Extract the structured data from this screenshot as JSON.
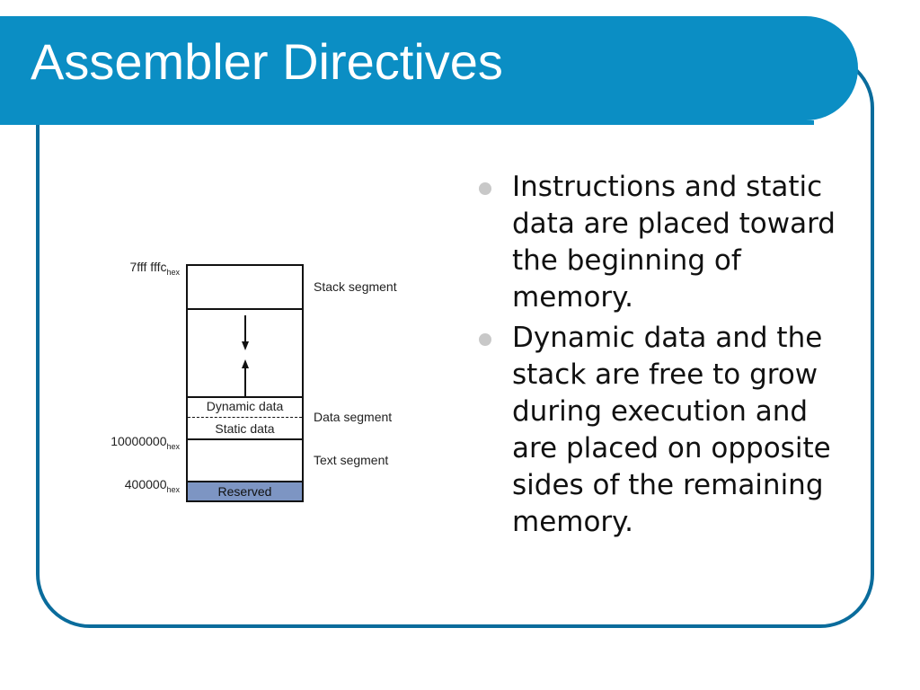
{
  "slide": {
    "title": "Assembler Directives",
    "colors": {
      "accent": "#0b8ec4",
      "frame": "#0a6c9c",
      "reserved": "#7d95c3"
    }
  },
  "diagram": {
    "addresses": [
      {
        "value": "7fff fffc",
        "sub": "hex"
      },
      {
        "value": "10000000",
        "sub": "hex"
      },
      {
        "value": "400000",
        "sub": "hex"
      }
    ],
    "cells": {
      "dynamic": "Dynamic data",
      "static": "Static data",
      "reserved": "Reserved"
    },
    "segments": {
      "stack": "Stack segment",
      "data": "Data segment",
      "text": "Text segment"
    }
  },
  "bullets": [
    "Instructions and static data are placed toward the beginning of memory.",
    "Dynamic data and the stack are free to grow during execution and are placed on opposite sides of the remaining memory."
  ]
}
